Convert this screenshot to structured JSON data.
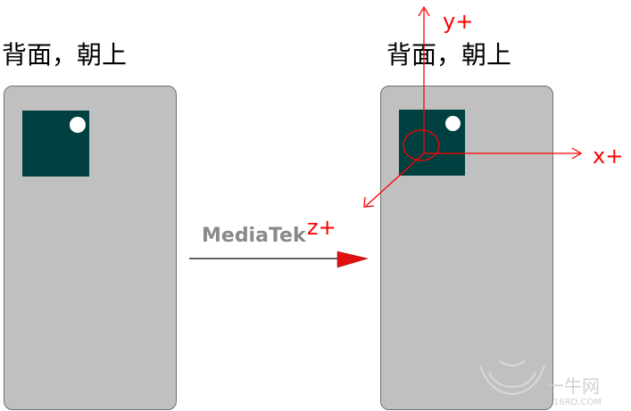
{
  "left_panel": {
    "title": "背面，朝上"
  },
  "right_panel": {
    "title": "背面，朝上"
  },
  "axes": {
    "x_label": "x+",
    "y_label": "y+",
    "z_label": "z+"
  },
  "watermark": {
    "text": "MediaTek",
    "site_text": "一牛网",
    "site_url_text": "16RD.COM"
  },
  "colors": {
    "phone_body": "#c0c0c0",
    "camera_block": "#004040",
    "axis": "#ff0000",
    "arrow": "#000000"
  }
}
